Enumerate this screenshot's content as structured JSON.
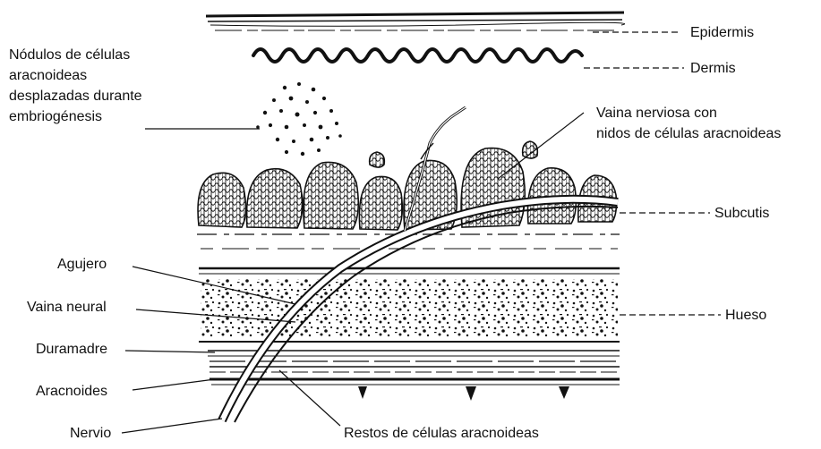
{
  "labels": {
    "epidermis": "Epidermis",
    "dermis": "Dermis",
    "nodulos_1": "Nódulos de células",
    "nodulos_2": "aracnoideas",
    "nodulos_3": "desplazadas durante",
    "nodulos_4": "embriogénesis",
    "vaina_nerviosa_1": "Vaina nerviosa con",
    "vaina_nerviosa_2": "nidos de células aracnoideas",
    "subcutis": "Subcutis",
    "agujero": "Agujero",
    "vaina_neural": "Vaina neural",
    "hueso": "Hueso",
    "duramadre": "Duramadre",
    "aracnoides": "Aracnoides",
    "nervio": "Nervio",
    "restos": "Restos de células aracnoideas"
  },
  "colors": {
    "ink": "#111111",
    "paper": "#ffffff"
  }
}
